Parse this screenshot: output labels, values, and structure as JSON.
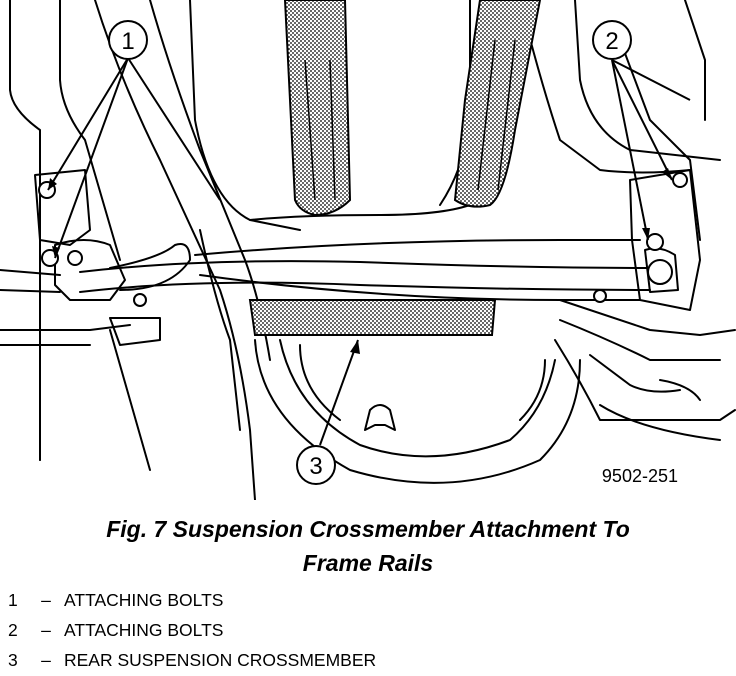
{
  "callouts": {
    "c1": "1",
    "c2": "2",
    "c3": "3"
  },
  "figure_id": "9502-251",
  "caption": {
    "line1": "Fig. 7 Suspension Crossmember Attachment To",
    "line2": "Frame Rails"
  },
  "legend": [
    {
      "num": "1",
      "dash": "–",
      "text": "ATTACHING BOLTS"
    },
    {
      "num": "2",
      "dash": "–",
      "text": "ATTACHING BOLTS"
    },
    {
      "num": "3",
      "dash": "–",
      "text": "REAR SUSPENSION CROSSMEMBER"
    }
  ]
}
